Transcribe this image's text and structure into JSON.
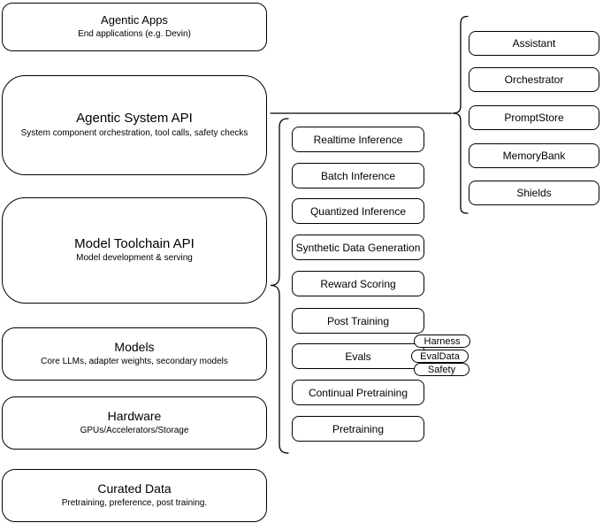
{
  "diagram": {
    "stack": [
      {
        "title": "Agentic Apps",
        "subtitle": "End applications (e.g. Devin)"
      },
      {
        "title": "Agentic System API",
        "subtitle": "System component orchestration, tool calls, safety checks"
      },
      {
        "title": "Model Toolchain API",
        "subtitle": "Model development & serving"
      },
      {
        "title": "Models",
        "subtitle": "Core LLMs, adapter weights, secondary models"
      },
      {
        "title": "Hardware",
        "subtitle": "GPUs/Accelerators/Storage"
      },
      {
        "title": "Curated Data",
        "subtitle": "Pretraining, preference, post training."
      }
    ],
    "toolchain_components": [
      "Realtime Inference",
      "Batch Inference",
      "Quantized Inference",
      "Synthetic Data Generation",
      "Reward Scoring",
      "Post Training",
      "Evals",
      "Continual Pretraining",
      "Pretraining"
    ],
    "eval_tags": [
      "Harness",
      "EvalData",
      "Safety"
    ],
    "system_components": [
      "Assistant",
      "Orchestrator",
      "PromptStore",
      "MemoryBank",
      "Shields"
    ],
    "colors": {
      "stroke": "#000000",
      "fill": "#ffffff",
      "text": "#000000"
    }
  }
}
